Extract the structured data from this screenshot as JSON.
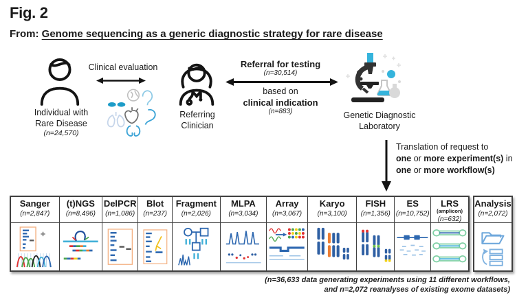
{
  "header": {
    "figure_label": "Fig. 2",
    "source_prefix": "From:",
    "source_title": "Genome sequencing as a generic diagnostic strategy for rare disease"
  },
  "colors": {
    "blue": "#2e68b0",
    "cyan": "#41b0d8",
    "gel_border_orange": "#f4b183",
    "chromosome_orange": "#ed7d31",
    "red": "#e03131",
    "green": "#4ca64c",
    "yellow": "#f2d219",
    "ink": "#1a1a1a"
  },
  "flow": {
    "individual": {
      "line1": "Individual with",
      "line2": "Rare Disease",
      "n": "(n=24,570)"
    },
    "clinical_evaluation_label": "Clinical evaluation",
    "clinician": {
      "line1": "Referring",
      "line2": "Clinician"
    },
    "referral": {
      "title": "Referral for testing",
      "n": "(n=30,514)",
      "based_on": "based on",
      "indication": "clinical indication",
      "indication_n": "(n=883)"
    },
    "laboratory": {
      "line1": "Genetic Diagnostic",
      "line2": "Laboratory"
    },
    "translation": {
      "line1": "Translation of request to",
      "line2": [
        {
          "t": "one",
          "b": true
        },
        {
          "t": " or ",
          "b": false
        },
        {
          "t": "more experiment(s)",
          "b": true
        },
        {
          "t": " in",
          "b": false
        }
      ],
      "line3": [
        {
          "t": "one",
          "b": true
        },
        {
          "t": " or ",
          "b": false
        },
        {
          "t": "more workflow(s)",
          "b": true
        }
      ]
    }
  },
  "workflow_table": {
    "columns": [
      {
        "name": "Sanger",
        "n": "(n=2,847)",
        "icon": "sanger"
      },
      {
        "name": "(t)NGS",
        "n": "(n=8,496)",
        "icon": "tngs"
      },
      {
        "name": "DelPCR",
        "n": "(n=1,086)",
        "icon": "delpcr"
      },
      {
        "name": "Blot",
        "n": "(n=237)",
        "icon": "blot"
      },
      {
        "name": "Fragment",
        "n": "(n=2,026)",
        "icon": "fragment"
      },
      {
        "name": "MLPA",
        "n": "(n=3,034)",
        "icon": "mlpa"
      },
      {
        "name": "Array",
        "n": "(n=3,067)",
        "icon": "array"
      },
      {
        "name": "Karyo",
        "n": "(n=3,100)",
        "icon": "karyo"
      },
      {
        "name": "FISH",
        "n": "(n=1,356)",
        "icon": "fish"
      },
      {
        "name": "ES",
        "n": "(n=10,752)",
        "icon": "es"
      },
      {
        "name": "LRS",
        "sub": "(amplicon)",
        "n": "(n=632)",
        "icon": "lrs"
      }
    ],
    "analysis": {
      "name": "Analysis",
      "n": "(n=2,072)",
      "icon": "analysis"
    }
  },
  "footnote": {
    "line1": "(n=36,633 data generating experiments using 11 different workflows,",
    "line2": "and n=2,072 reanalyses of existing exome datasets)"
  }
}
